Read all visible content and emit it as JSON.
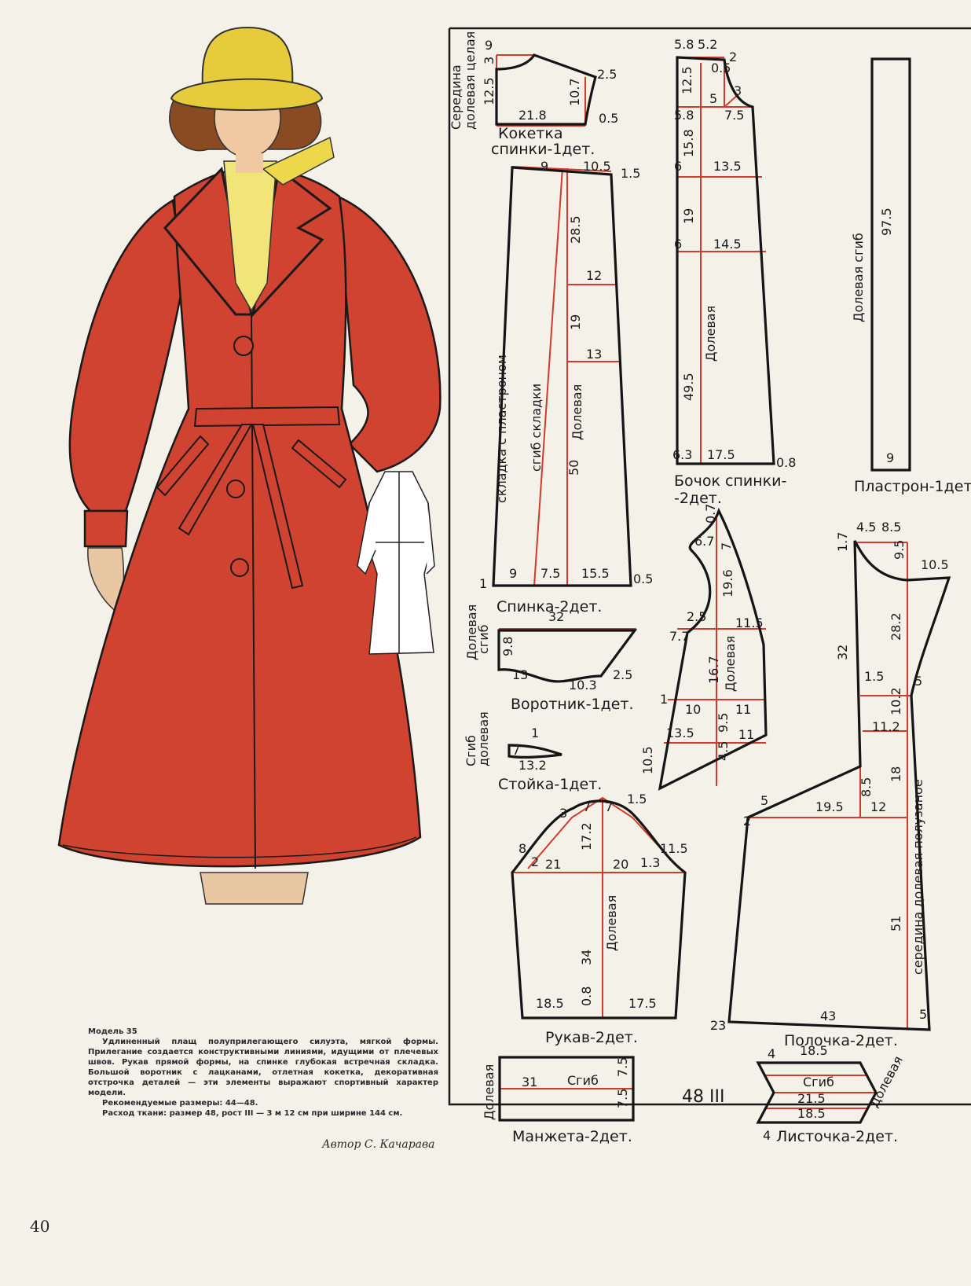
{
  "page_number": "40",
  "model": {
    "title": "Модель 35",
    "description": "Удлиненный плащ полуприлегающего силуэта, мягкой формы. Прилегание создается конструктивными линиями, идущими от плечевых швов. Рукав прямой формы, на спинке глубокая встречная складка. Большой воротник с лацканами, отлетная кокетка, декоративная отстрочка деталей — эти элементы выражают спортивный характер модели.",
    "sizes": "Рекомендуемые размеры: 44—48.",
    "fabric": "Расход ткани: размер 48, рост III — 3 м 12 см при ширине 144 см.",
    "author": "Автор С. Качарава"
  },
  "size_mark": "48 III",
  "colors": {
    "coat": "#cf4330",
    "pattern_line": "#d23a2a",
    "hat": "#e6cc3a",
    "paper": "#f4f1e9"
  },
  "pieces": [
    {
      "title": [
        "Кокетка",
        "спинки-1дет."
      ],
      "side": [
        "Середина",
        "долевая целая"
      ],
      "dims": [
        "9",
        "3",
        "12.5",
        "21.8",
        "10.7",
        "2.5",
        "0.5"
      ]
    },
    {
      "title": [
        "Спинка-2дет."
      ],
      "side": [
        "складка с пластроном",
        "сгиб складки",
        "Долевая"
      ],
      "dims": [
        "9",
        "10.5",
        "1.5",
        "28.5",
        "12",
        "19",
        "13",
        "50",
        "9",
        "7.5",
        "15.5",
        "1",
        "0.5"
      ]
    },
    {
      "title": [
        "Бочок спинки-",
        "-2дет."
      ],
      "side": [
        "Долевая"
      ],
      "dims": [
        "5.8",
        "5.2",
        "2",
        "0.5",
        "12.5",
        "5",
        "3",
        "5.8",
        "7.5",
        "15.8",
        "6",
        "13.5",
        "19",
        "6",
        "14.5",
        "49.5",
        "6.3",
        "17.5",
        "0.8"
      ]
    },
    {
      "title": [
        "Пластрон-1дет."
      ],
      "side": [
        "Долевая сгиб"
      ],
      "dims": [
        "97.5",
        "9"
      ]
    },
    {
      "title": [
        "Воротник-1дет."
      ],
      "side": [
        "Долевая",
        "сгиб"
      ],
      "dims": [
        "32",
        "9.8",
        "13",
        "10.3",
        "2.5"
      ]
    },
    {
      "title": [
        "Стойка-1дет."
      ],
      "side": [
        "Сгиб",
        "долевая"
      ],
      "dims": [
        "1",
        "7",
        "13.2"
      ]
    },
    {
      "title": [
        "Рукав-2дет."
      ],
      "side": [
        "Долевая"
      ],
      "dims": [
        "8",
        "2",
        "21",
        "17.2",
        "20",
        "1.3",
        "11.5",
        "3",
        "7",
        "7",
        "1.5",
        "34",
        "18.5",
        "0.8",
        "17.5"
      ]
    },
    {
      "title": [
        "Манжета-2дет."
      ],
      "side": [
        "Долевая",
        "Сгиб"
      ],
      "dims": [
        "31",
        "7.5",
        "7.5"
      ]
    },
    {
      "title": [
        "Листочка-2дет."
      ],
      "side": [
        "Сгиб",
        "Долевая"
      ],
      "dims": [
        "4",
        "18.5",
        "21.5",
        "18.5",
        "4"
      ]
    },
    {
      "title": [
        "Полочка-2дет."
      ],
      "side": [
        "середина долевая полузаное"
      ],
      "dims": [
        "1.7",
        "4.5",
        "8.5",
        "9.5",
        "10.5",
        "32",
        "28.2",
        "1.5",
        "5",
        "10.2",
        "11.2",
        "18",
        "8.5",
        "5",
        "19.5",
        "12",
        "2",
        "51",
        "43",
        "23",
        "5"
      ]
    },
    {
      "title": [],
      "side": [
        "Долевая"
      ],
      "dims": [
        "0.7",
        "6.7",
        "7",
        "19.6",
        "2.5",
        "11.5",
        "7.7",
        "16.7",
        "1",
        "10",
        "11",
        "9.5",
        "13.5",
        "11",
        "4.5",
        "10.5"
      ]
    }
  ]
}
